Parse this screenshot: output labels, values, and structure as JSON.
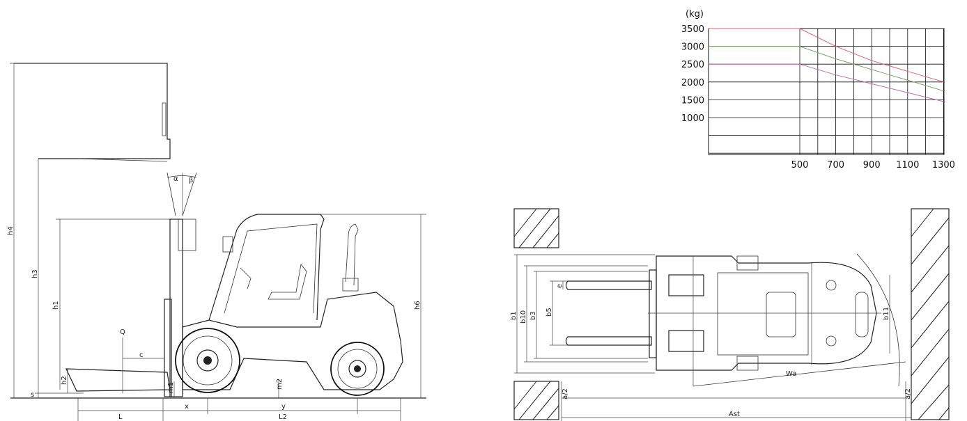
{
  "side_view": {
    "labels": {
      "h4": "h4",
      "h3": "h3",
      "h1": "h1",
      "h2": "h2",
      "h6": "h6",
      "s": "s",
      "Q": "Q",
      "c": "c",
      "m1": "m1",
      "m2": "m2",
      "x": "x",
      "y": "y",
      "L": "L",
      "L2": "L2",
      "alpha": "α",
      "beta": "β"
    }
  },
  "top_view": {
    "labels": {
      "b1": "b1",
      "b10": "b10",
      "b3": "b3",
      "b5": "b5",
      "e": "e",
      "b11": "b11",
      "Wa": "Wa",
      "Ast": "Ast",
      "a2_left": "a/2",
      "a2_right": "a/2"
    }
  },
  "chart_data": {
    "type": "line",
    "ylabel": "(kg)",
    "y_ticks": [
      "3500",
      "3000",
      "2500",
      "2000",
      "1500",
      "1000"
    ],
    "x_ticks": [
      "500",
      "700",
      "900",
      "1100",
      "1300"
    ],
    "x_tick_values": [
      500,
      700,
      900,
      1100,
      1300
    ],
    "y_tick_values": [
      3500,
      3000,
      2500,
      2000,
      1500,
      1000
    ],
    "grid": true,
    "series": [
      {
        "color": "#e06070",
        "x": [
          0,
          500,
          700,
          900,
          1100,
          1300
        ],
        "y": [
          3500,
          3500,
          3000,
          2600,
          2300,
          2000
        ]
      },
      {
        "color": "#7aa86a",
        "x": [
          0,
          500,
          700,
          900,
          1100,
          1300
        ],
        "y": [
          3000,
          3000,
          2650,
          2350,
          2050,
          1750
        ]
      },
      {
        "color": "#c070a0",
        "x": [
          0,
          500,
          700,
          900,
          1100,
          1300
        ],
        "y": [
          2500,
          2500,
          2200,
          1950,
          1700,
          1450
        ]
      }
    ]
  }
}
